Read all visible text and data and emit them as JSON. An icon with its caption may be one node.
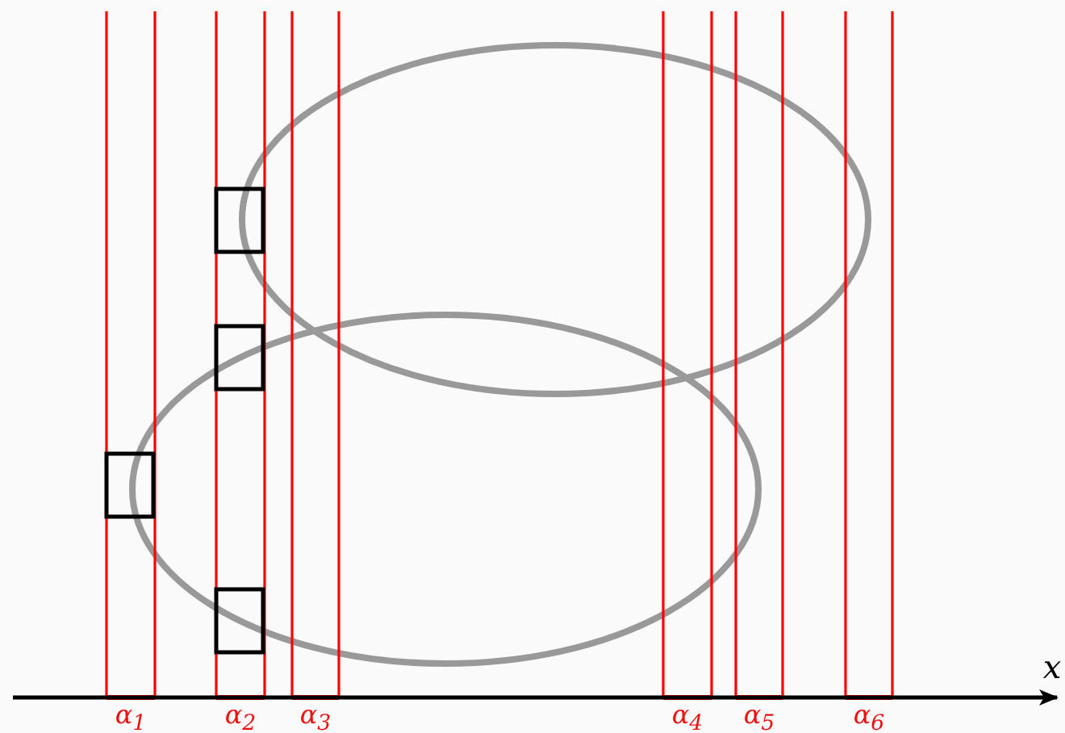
{
  "diagram": {
    "labels": [
      "x",
      "α$_{1}$",
      "α$_{2}$",
      "α$_{3}$",
      "α$_{4}$",
      "α$_{5}$",
      "α$_{6}$"
    ]
  }
}
